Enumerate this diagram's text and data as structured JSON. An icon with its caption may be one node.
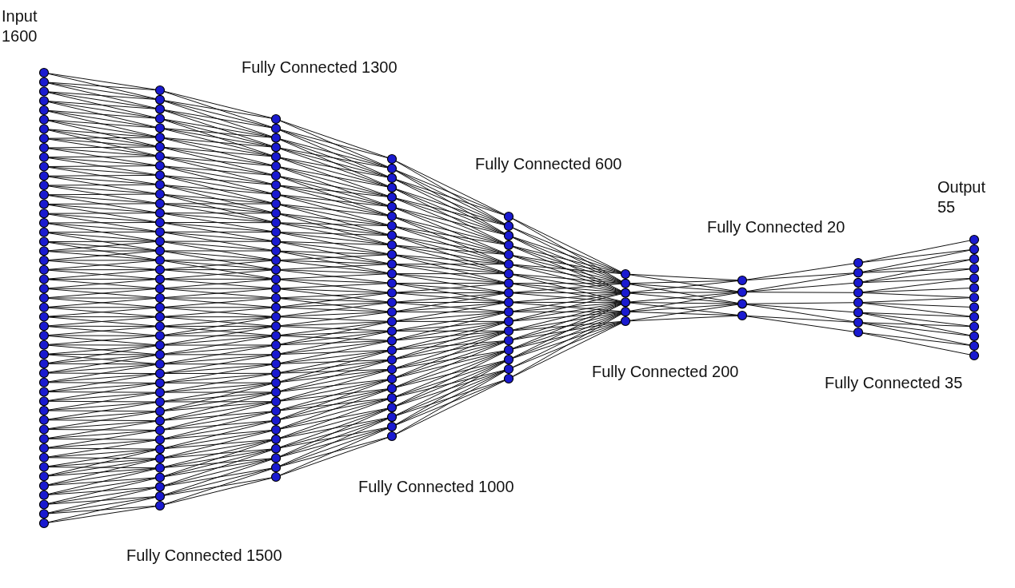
{
  "diagram": {
    "labels": [
      "Input 1600",
      "Fully Connected 1500",
      "Fully Connected 1300",
      "Fully Connected 1000",
      "Fully Connected 600",
      "Fully Connected 200",
      "Fully Connected 20",
      "Fully Connected 35",
      "Output 55"
    ]
  }
}
